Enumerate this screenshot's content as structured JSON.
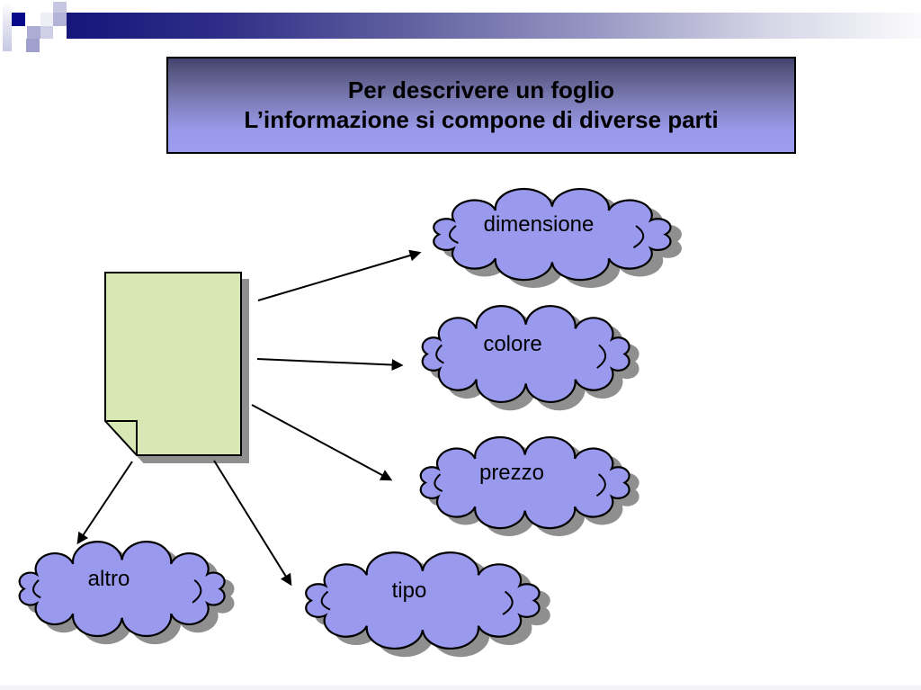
{
  "title": {
    "line1": "Per descrivere un foglio",
    "line2": "L’informazione si compone di diverse parti"
  },
  "diagram": {
    "clouds": [
      {
        "label": "dimensione"
      },
      {
        "label": "colore"
      },
      {
        "label": "prezzo"
      },
      {
        "label": "altro"
      },
      {
        "label": "tipo"
      }
    ]
  },
  "colors": {
    "top_bar": "#15157b",
    "accent_square": "#08088a",
    "title_gradient_top": "#42426e",
    "title_gradient_bottom": "#9d9df0",
    "cloud_fill": "#9999ee",
    "paper_fill": "#d8e8b4",
    "shadow": "#8f8f8f",
    "outline": "#000000",
    "text": "#000000"
  }
}
